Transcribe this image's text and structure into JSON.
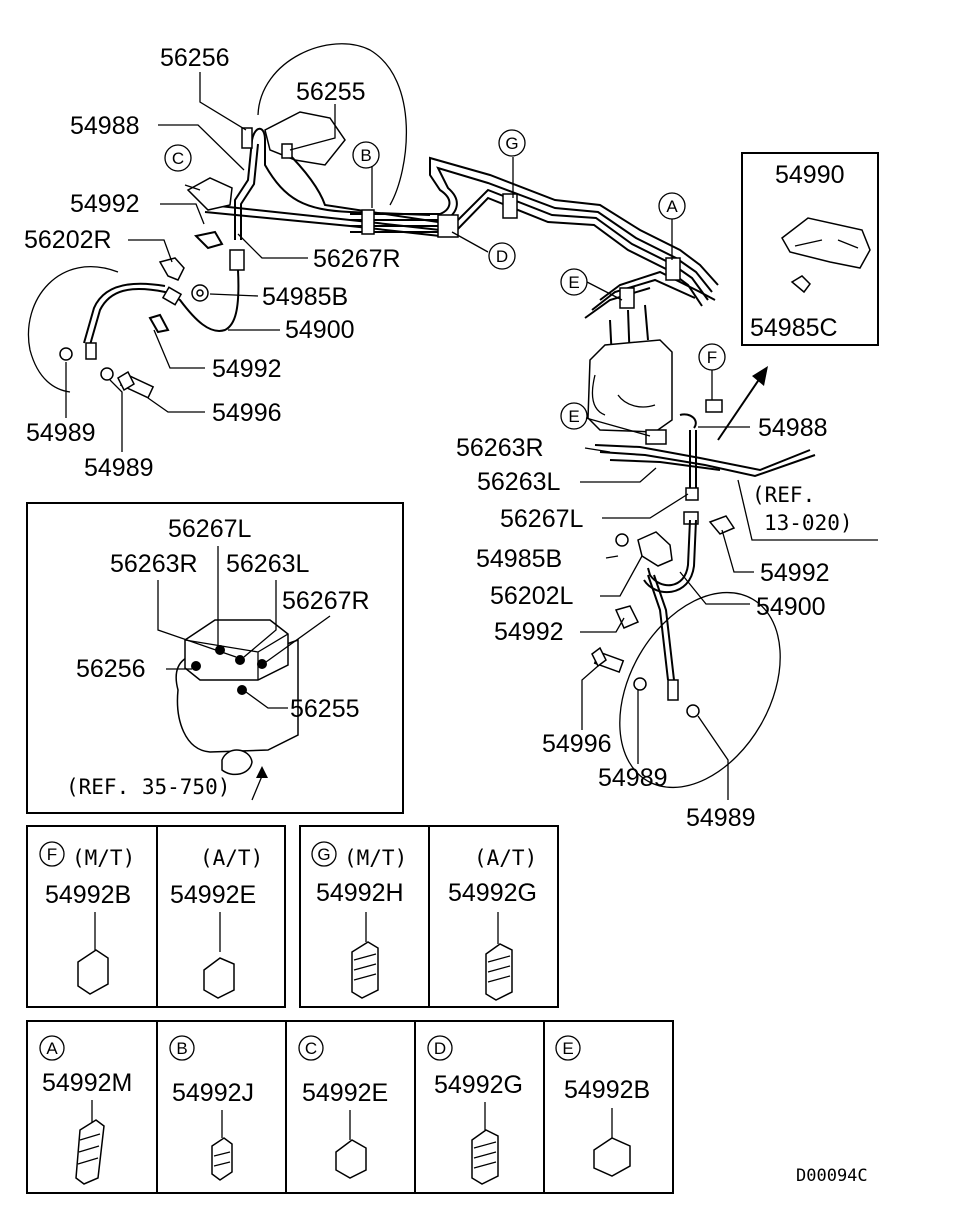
{
  "callouts": {
    "p56256_top": "56256",
    "p56255_top": "56255",
    "p54988_left": "54988",
    "p54992_left_a": "54992",
    "p56202R": "56202R",
    "p56267R_top": "56267R",
    "p54985B_left": "54985B",
    "p54900_left": "54900",
    "p54992_left_b": "54992",
    "p54996_left": "54996",
    "p54989_left_a": "54989",
    "p54989_left_b": "54989",
    "p54990": "54990",
    "p54985C": "54985C",
    "p54988_right": "54988",
    "p56263R_mid": "56263R",
    "p56263L_mid": "56263L",
    "p56267L_mid": "56267L",
    "ref_13": "(REF.",
    "ref_13b": "13-020)",
    "p54985B_right": "54985B",
    "p54992_right_a": "54992",
    "p56202L": "56202L",
    "p54900_right": "54900",
    "p54992_right_b": "54992",
    "p54996_right": "54996",
    "p54989_right_a": "54989",
    "p54989_right_b": "54989"
  },
  "letters": [
    "A",
    "B",
    "C",
    "D",
    "E",
    "F",
    "G"
  ],
  "inset": {
    "p56267L": "56267L",
    "p56263R": "56263R",
    "p56263L": "56263L",
    "p56267R": "56267R",
    "p56256": "56256",
    "p56255": "56255",
    "ref": "(REF. 35-750)"
  },
  "clip_table_f": {
    "letter": "F",
    "mt": "(M/T)",
    "at": "(A/T)",
    "mt_part": "54992B",
    "at_part": "54992E"
  },
  "clip_table_g": {
    "letter": "G",
    "mt": "(M/T)",
    "at": "(A/T)",
    "mt_part": "54992H",
    "at_part": "54992G"
  },
  "clip_table_bottom": [
    {
      "letter": "A",
      "part": "54992M"
    },
    {
      "letter": "B",
      "part": "54992J"
    },
    {
      "letter": "C",
      "part": "54992E"
    },
    {
      "letter": "D",
      "part": "54992G"
    },
    {
      "letter": "E",
      "part": "54992B"
    }
  ],
  "diagram_code": "D00094C"
}
